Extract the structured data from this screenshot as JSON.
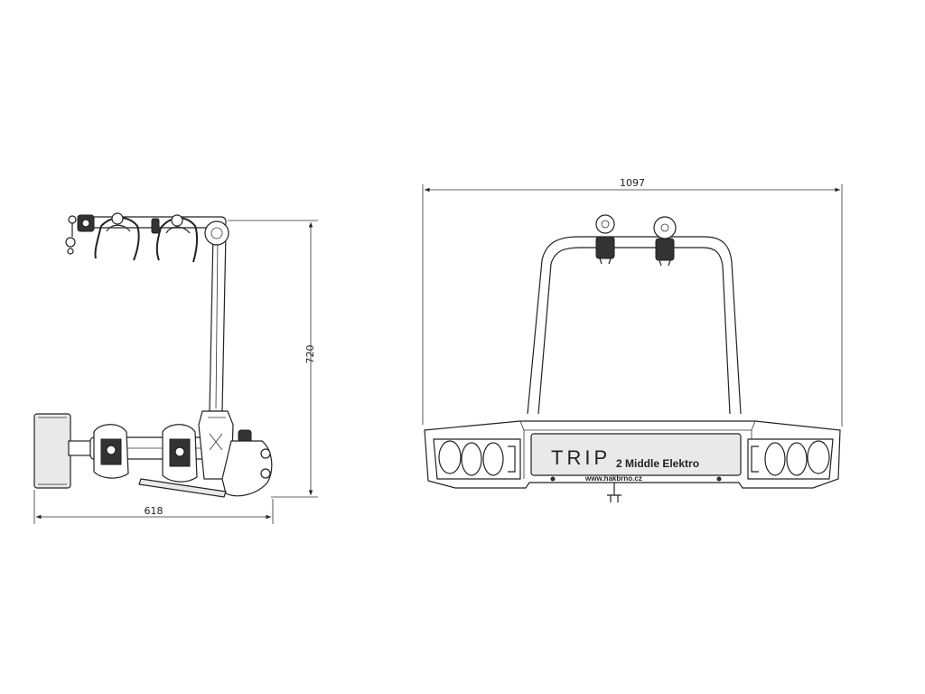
{
  "dimensions": {
    "side_height": "720",
    "side_depth": "618",
    "front_width": "1097"
  },
  "plate": {
    "brand": "TRIP",
    "model": "2 Middle Elektro",
    "url": "www.hakbrno.cz"
  },
  "colors": {
    "line": "#222222",
    "background": "#ffffff"
  }
}
